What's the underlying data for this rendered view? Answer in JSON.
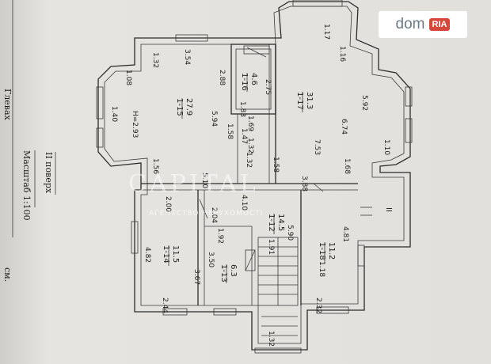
{
  "logo": {
    "brand": "dom",
    "badge": "RIA"
  },
  "side_text": {
    "scale": "Масштаб 1:100",
    "floor": "II поверх",
    "partial_top": "Глевах",
    "partial_small": "см."
  },
  "watermark": {
    "main": "CAPITAL",
    "sub": "АГЕНТСТВО НЕРУХОМОСТІ"
  },
  "rooms": [
    {
      "id": "1-15",
      "area": "27.9"
    },
    {
      "id": "1-16",
      "area": "4.6"
    },
    {
      "id": "1-17",
      "area": "31.3"
    },
    {
      "id": "1-14",
      "area": "11.5"
    },
    {
      "id": "1-13",
      "area": "6.3"
    },
    {
      "id": "1-12",
      "area": "14.5"
    },
    {
      "id": "1-18",
      "area": "11.2"
    },
    {
      "id": "II",
      "area": ""
    }
  ],
  "dimensions": [
    "3.54",
    "1.32",
    "1.08",
    "1.40",
    "H=2.93",
    "1.56",
    "5.10",
    "2.00",
    "2.88",
    "1.58",
    "1.83",
    "2.75",
    "1.47",
    "1.69",
    "1.32",
    "1.32",
    "1.58",
    "5.94",
    "1.17",
    "1.16",
    "5.92",
    "6.74",
    "7.53",
    "1.10",
    "1.68",
    "3.88",
    "4.10",
    "2.04",
    "1.92",
    "3.50",
    "3.67",
    "4.82",
    "2.44",
    "1.91",
    "5.90",
    "4.81",
    "1.18",
    "2.32",
    "1.32"
  ],
  "colors": {
    "paper": "#e2e0dc",
    "line": "#2b2b2b",
    "brand_red": "#d6463a",
    "brand_gray": "#6a7a86"
  }
}
